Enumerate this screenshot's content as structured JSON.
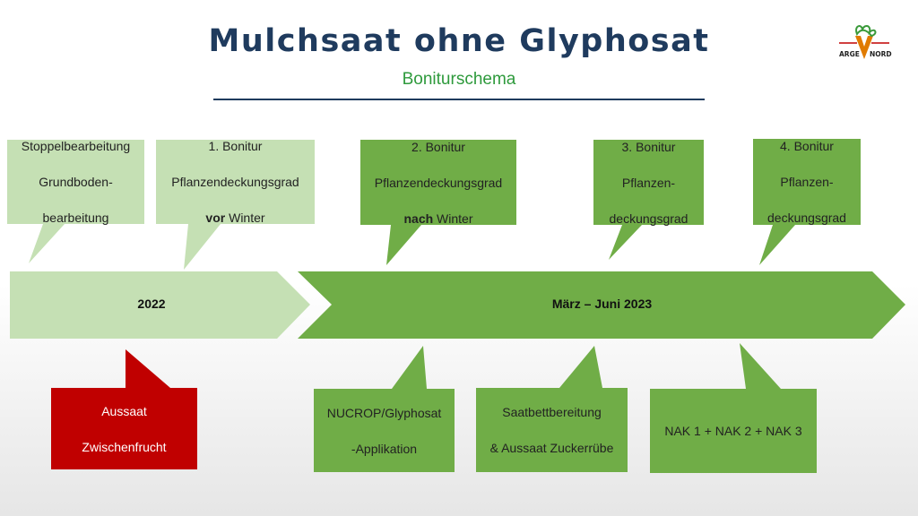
{
  "header": {
    "title": "Mulchsaat ohne Glyphosat",
    "subtitle": "Boniturschema"
  },
  "logo": {
    "left_text": "ARGE",
    "right_text": "NORD"
  },
  "colors": {
    "title": "#1f3b5e",
    "subtitle": "#2e9a3c",
    "light_green": "#c5e0b4",
    "dark_green": "#70ad47",
    "red": "#c00000"
  },
  "top_callouts": [
    {
      "lines": [
        "Stoppelbearbeitung",
        "Grundboden-",
        "bearbeitung"
      ]
    },
    {
      "line1": "1. Bonitur",
      "line2": "Pflanzendeckungsgrad",
      "bold": "vor",
      "rest": " Winter"
    },
    {
      "line1": "2. Bonitur",
      "line2": "Pflanzendeckungsgrad",
      "bold": "nach",
      "rest": " Winter"
    },
    {
      "lines": [
        "3. Bonitur",
        "Pflanzen-",
        "deckungsgrad"
      ]
    },
    {
      "lines": [
        "4. Bonitur",
        "Pflanzen-",
        "deckungsgrad"
      ]
    }
  ],
  "arrows": {
    "first": "2022",
    "second": "März – Juni 2023"
  },
  "bottom_callouts": [
    {
      "lines": [
        "Aussaat",
        "Zwischenfrucht"
      ]
    },
    {
      "lines": [
        "NUCROP/Glyphosat",
        "-Applikation"
      ]
    },
    {
      "lines": [
        "Saatbettbereitung",
        "& Aussaat Zuckerrübe"
      ]
    },
    {
      "lines": [
        "NAK 1 + NAK 2 + NAK 3"
      ]
    }
  ]
}
